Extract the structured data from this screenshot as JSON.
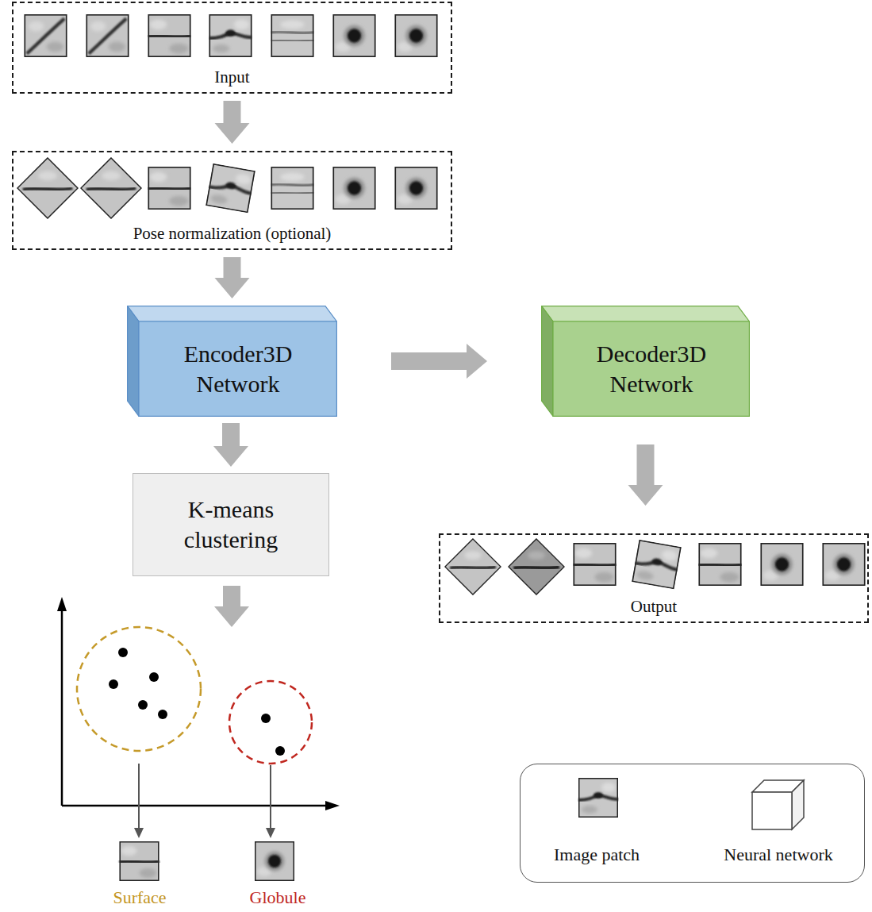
{
  "diagram": {
    "nodes": [
      {
        "text": [
          "Input"
        ]
      },
      {
        "text": [
          "Pose normalization (optional)"
        ]
      },
      {
        "text": [
          "Encoder3D Network"
        ]
      },
      {
        "text": [
          "Decoder3D Network"
        ]
      },
      {
        "text": [
          "K-means clustering"
        ]
      },
      {
        "text": [
          "Output"
        ]
      }
    ],
    "edges": [
      {
        "from": 0,
        "to": 1,
        "arrow": "to"
      },
      {
        "from": 1,
        "to": 2,
        "arrow": "to"
      },
      {
        "from": 2,
        "to": 3,
        "arrow": "to"
      },
      {
        "from": 3,
        "to": 5,
        "arrow": "to"
      },
      {
        "from": 2,
        "to": 4,
        "arrow": "to"
      }
    ],
    "labels": [
      "Surface",
      "Globule"
    ],
    "legend": [
      {
        "text": "Image patch"
      },
      {
        "text": "Neural network"
      }
    ]
  }
}
